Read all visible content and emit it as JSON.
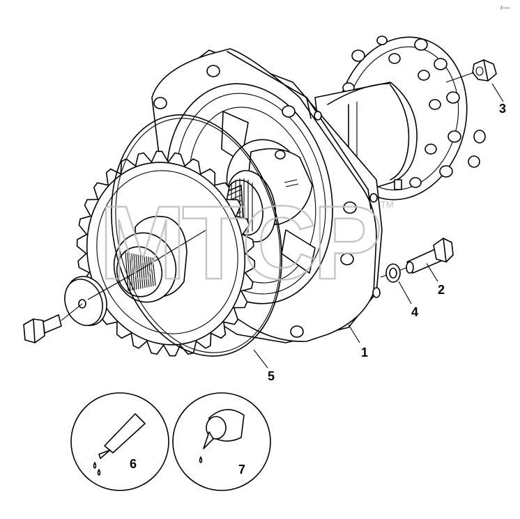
{
  "diagram": {
    "callouts": [
      "1",
      "2",
      "3",
      "4",
      "5",
      "6",
      "7"
    ],
    "watermark": "MTCP",
    "watermark_mark": "TM",
    "corner_mark": "r—"
  }
}
